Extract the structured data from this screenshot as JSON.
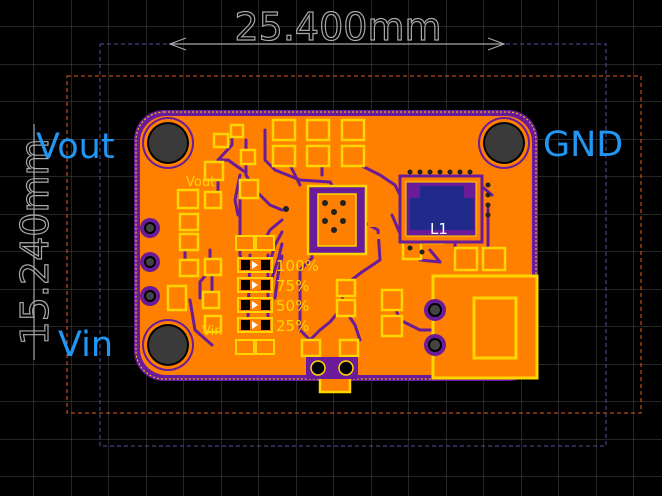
{
  "dimensions": {
    "width_label": "25.400mm",
    "height_label": "15.240mm"
  },
  "pins": {
    "vout": "Vout",
    "gnd": "GND",
    "vin": "Vin"
  },
  "silkscreen": {
    "vout": "Vout",
    "vin": "Vin",
    "inductor": "L1",
    "levels": [
      "100%",
      "75%",
      "50%",
      "25%"
    ]
  },
  "colors": {
    "background": "#000000",
    "grid": "#4a4a4a",
    "copper": "#ff7f00",
    "board_outline": "#6a1b9a",
    "silkscreen": "#ffd500",
    "traces": "#6a1b9a",
    "pin_label": "#2196f3",
    "dimension": "#a8a8a8"
  }
}
